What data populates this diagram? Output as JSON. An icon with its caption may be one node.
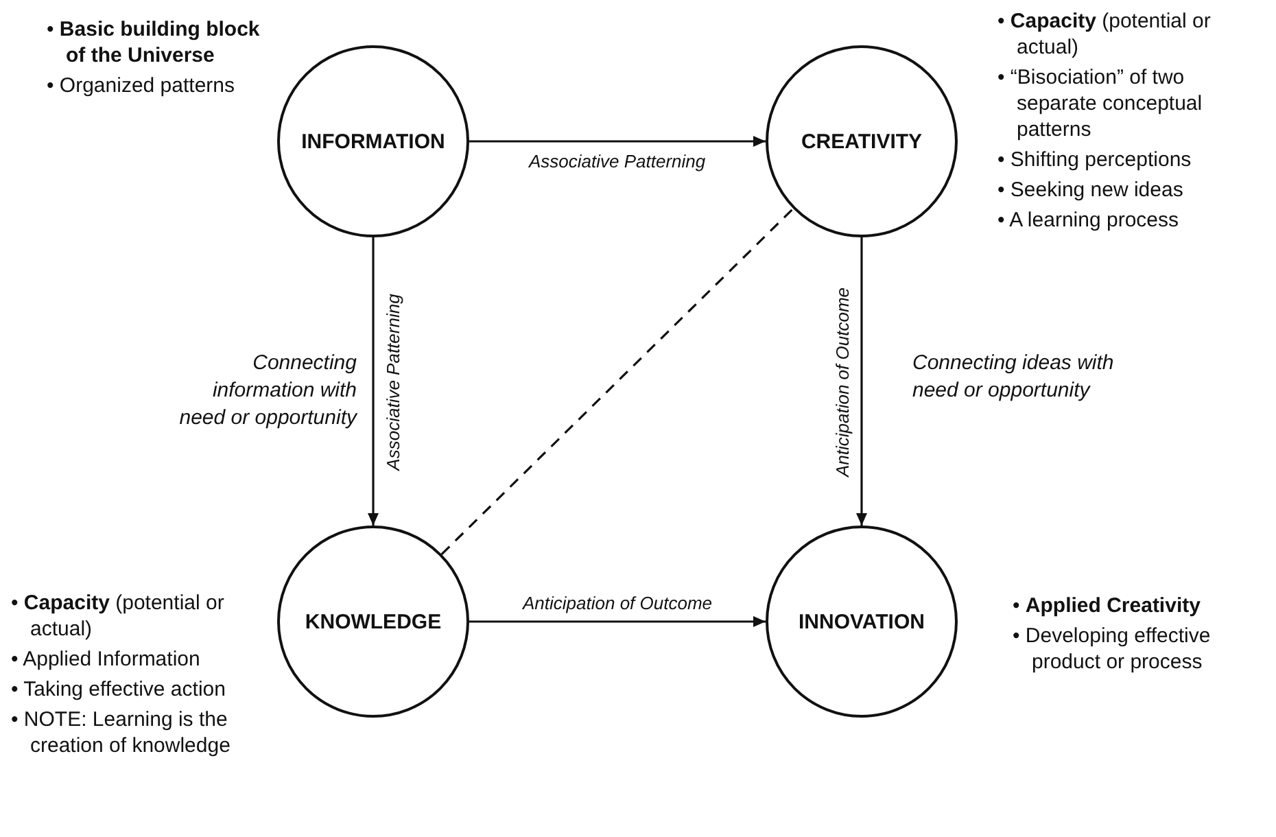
{
  "diagram": {
    "nodes": [
      {
        "text": [
          "INFORMATION"
        ],
        "beside": [
          "• **Basic building block of the Universe**",
          "• Organized patterns"
        ]
      },
      {
        "text": [
          "CREATIVITY"
        ],
        "beside": [
          "• **Capacity** (potential or actual)",
          "• “Bisociation” of two separate conceptual patterns",
          "• Shifting perceptions",
          "• Seeking new ideas",
          "• A learning process"
        ]
      },
      {
        "text": [
          "KNOWLEDGE"
        ],
        "beside": [
          "• **Capacity** (potential or actual)",
          "• Applied Information",
          "• Taking effective action",
          "• NOTE: Learning is the creation of knowledge"
        ]
      },
      {
        "text": [
          "INNOVATION"
        ],
        "beside": [
          "• **Applied Creativity**",
          "• Developing effective product or process"
        ]
      }
    ],
    "edges": [
      {
        "from": 0,
        "to": 1,
        "arrow": "to",
        "label": "Associative Patterning"
      },
      {
        "from": 0,
        "to": 2,
        "arrow": "to",
        "label": "Associative Patterning"
      },
      {
        "from": 2,
        "to": 1,
        "arrow": "none",
        "style": "dashed"
      },
      {
        "from": 1,
        "to": 3,
        "arrow": "to",
        "label": "Anticipation of Outcome"
      },
      {
        "from": 2,
        "to": 3,
        "arrow": "to",
        "label": "Anticipation of Outcome"
      }
    ],
    "labels": [
      "Connecting information with need or opportunity",
      "Connecting ideas with need or opportunity"
    ]
  }
}
